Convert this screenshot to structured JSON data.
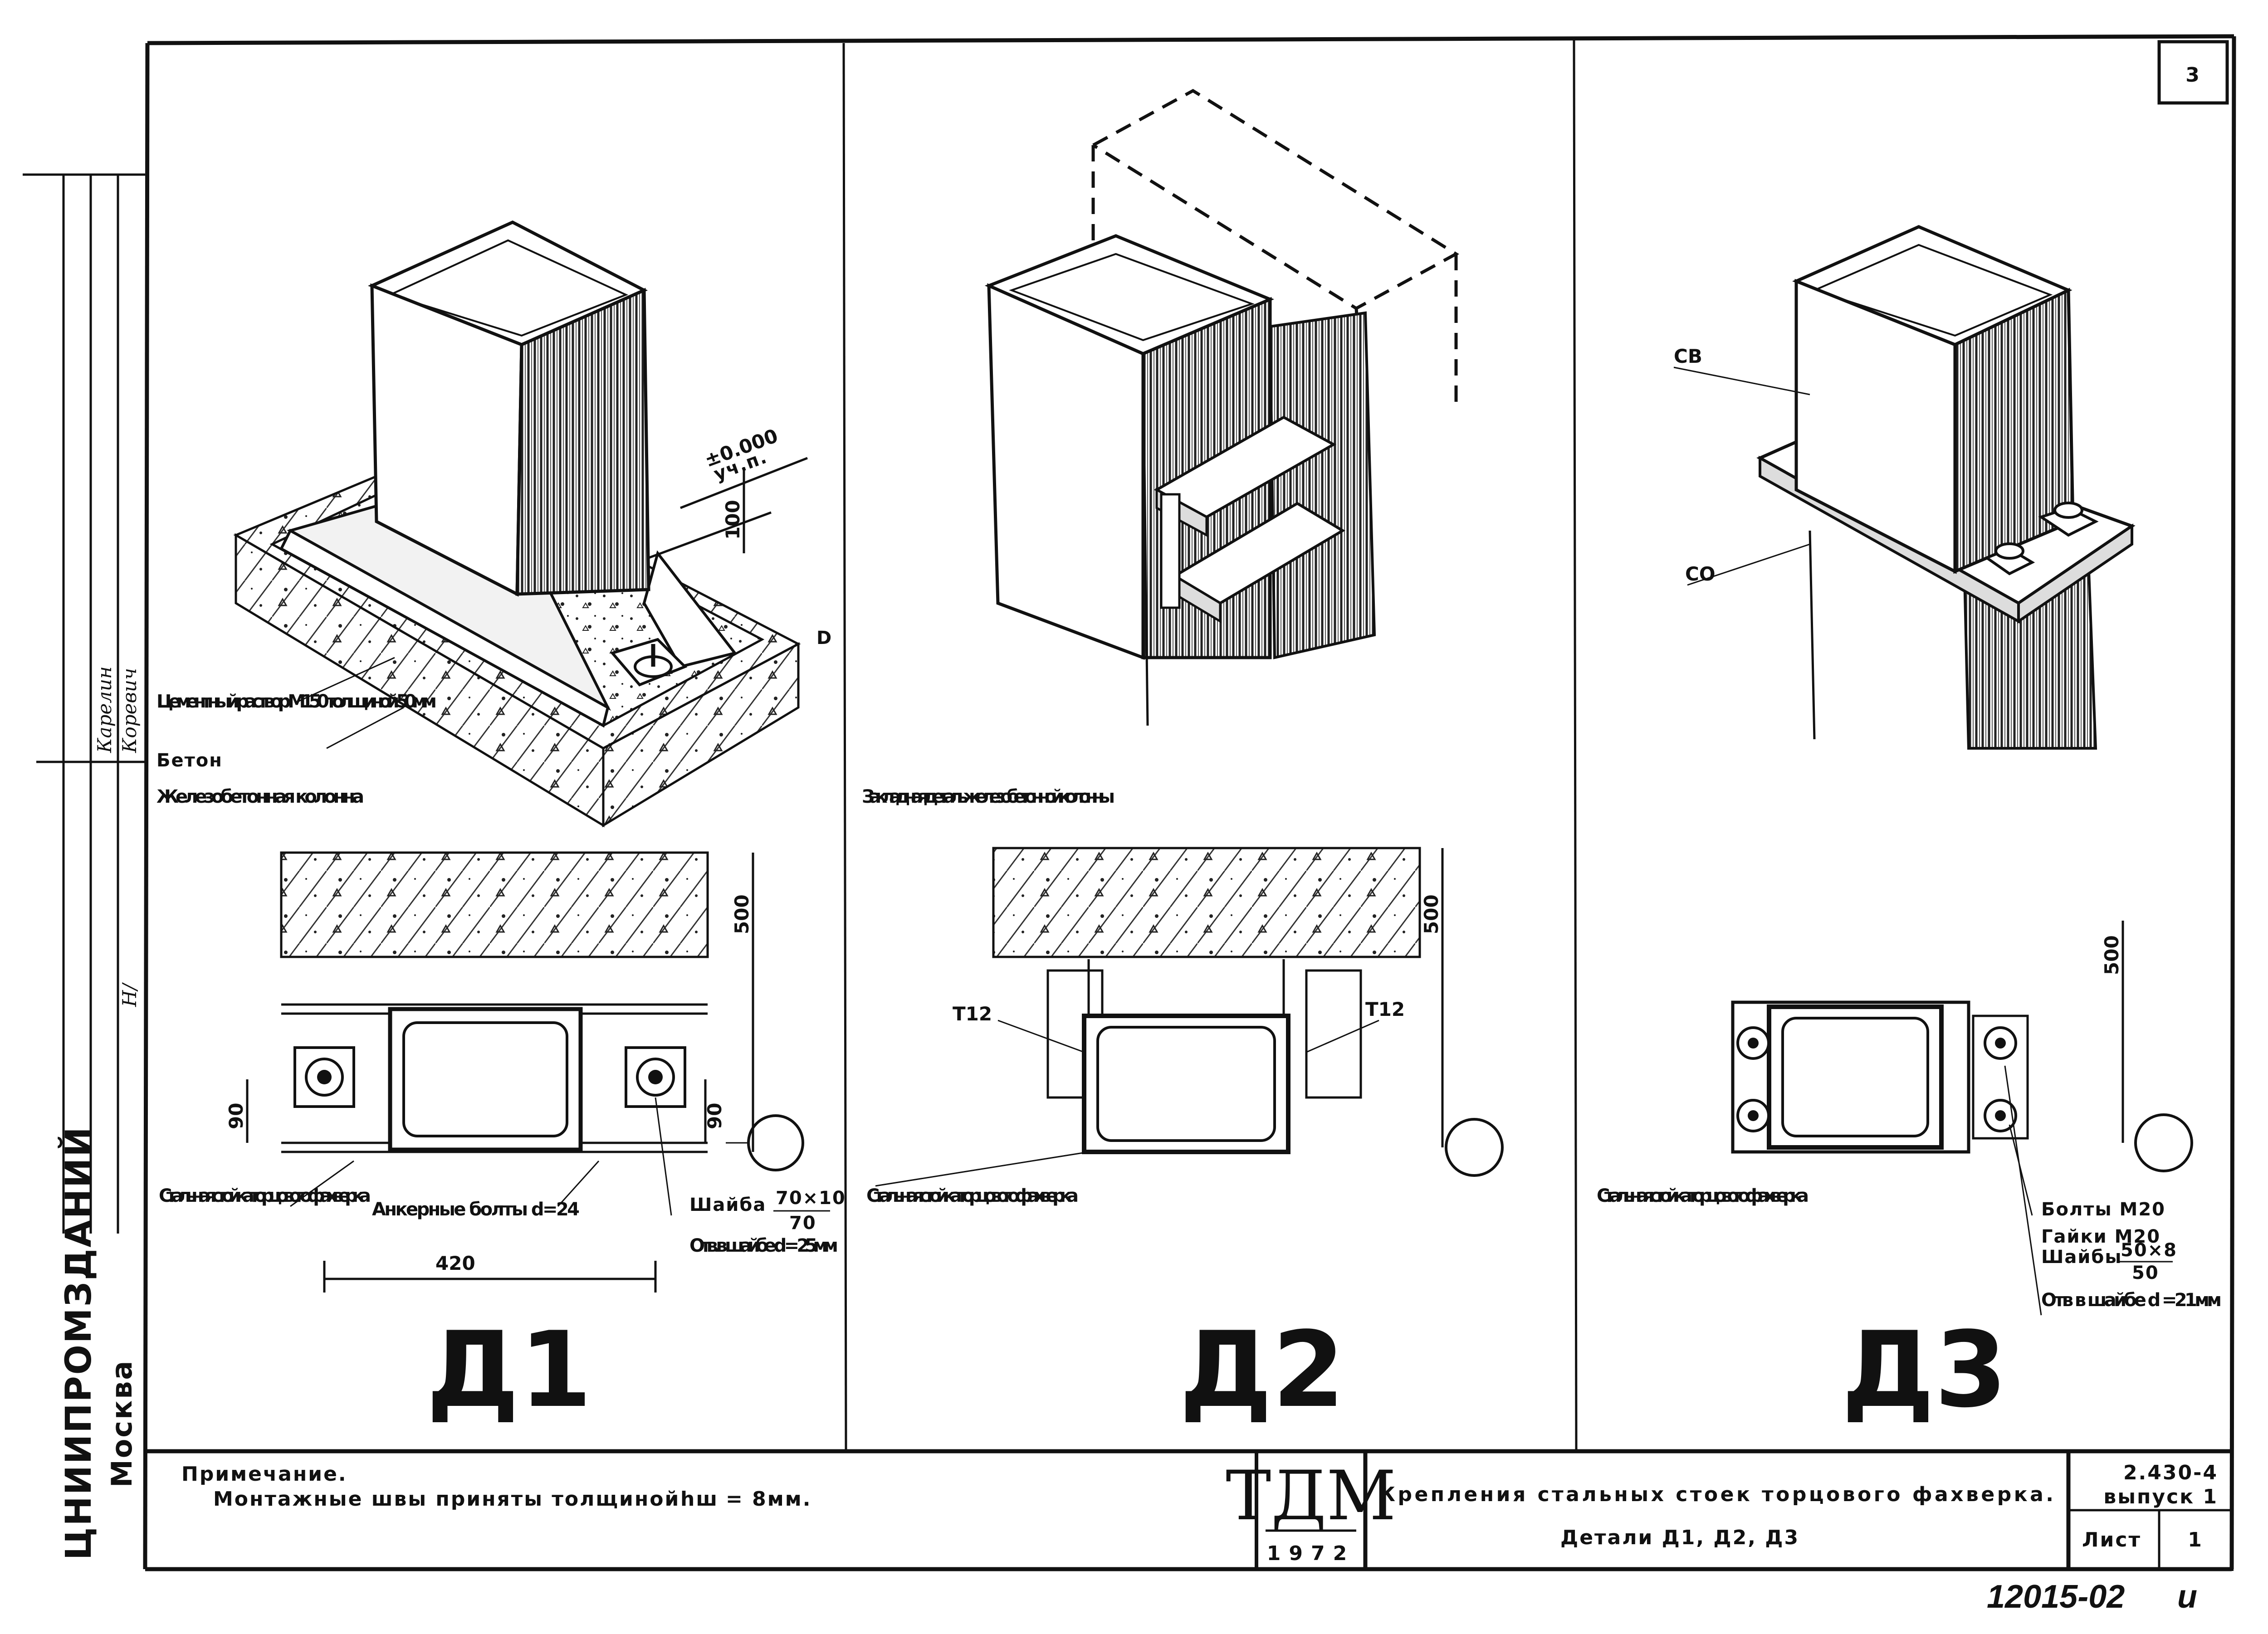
{
  "sheet": {
    "sheet_number_corner": "3",
    "archive_number": "12015-02",
    "archive_suffix": "и"
  },
  "left_margin": {
    "org_name": "ЦНИИПРОМЗДАНИЙ",
    "city": "Москва",
    "signatures": [
      "Карелин",
      "Коревич",
      "Н/"
    ]
  },
  "panels": [
    {
      "id": "D1",
      "title": "Д1",
      "labels": {
        "cement": "Цементный раствор М150 толщиной 50мм",
        "concrete": "Бетон",
        "rc_column": "Железобетонная колонна",
        "steel_post": "Стальная стойка торцового фахверка",
        "anchor_bolts": "Анкерные болты d=24",
        "washer_a": "Шайба",
        "washer_size_num": "70×10",
        "washer_size_den": "70",
        "washer_hole": "Отв.в шайбе d = 25мм",
        "level_value": "±0.000",
        "level_note": "уч.п."
      },
      "dims": {
        "h100": "100",
        "h500": "500",
        "d90_left": "90",
        "d90_right": "90",
        "d420": "420"
      }
    },
    {
      "id": "D2",
      "title": "Д2",
      "labels": {
        "embedded": "Закладная деталь железобетонной колонны",
        "steel_post": "Стальная стойка торцового фахверка",
        "t12_left": "Т12",
        "t12_right": "Т12"
      },
      "dims": {
        "h500": "500"
      }
    },
    {
      "id": "D3",
      "title": "Д3",
      "labels": {
        "cb": "СВ",
        "co": "СО",
        "steel_post": "Стальная стойка торцового фахверка",
        "bolts": "Болты М20",
        "nuts": "Гайки М20",
        "washers": "Шайбы",
        "washers_num": "50×8",
        "washers_den": "50",
        "washer_hole": "Отв в шайбе d =21мм"
      },
      "dims": {
        "h500": "500"
      }
    }
  ],
  "note": {
    "heading": "Примечание.",
    "text_pre": "Монтажные швы приняты толщиной",
    "weld_symbol": "hш",
    "text_post": "= 8мм."
  },
  "title_block": {
    "logo": "ТДМ",
    "year": "1972",
    "title_line1": "Крепления стальных стоек торцового фахверка.",
    "title_line2": "Детали Д1, Д2, Д3",
    "doc_code": "2.430-4",
    "issue": "выпуск 1",
    "sheet_label": "Лист",
    "sheet_value": "1"
  }
}
